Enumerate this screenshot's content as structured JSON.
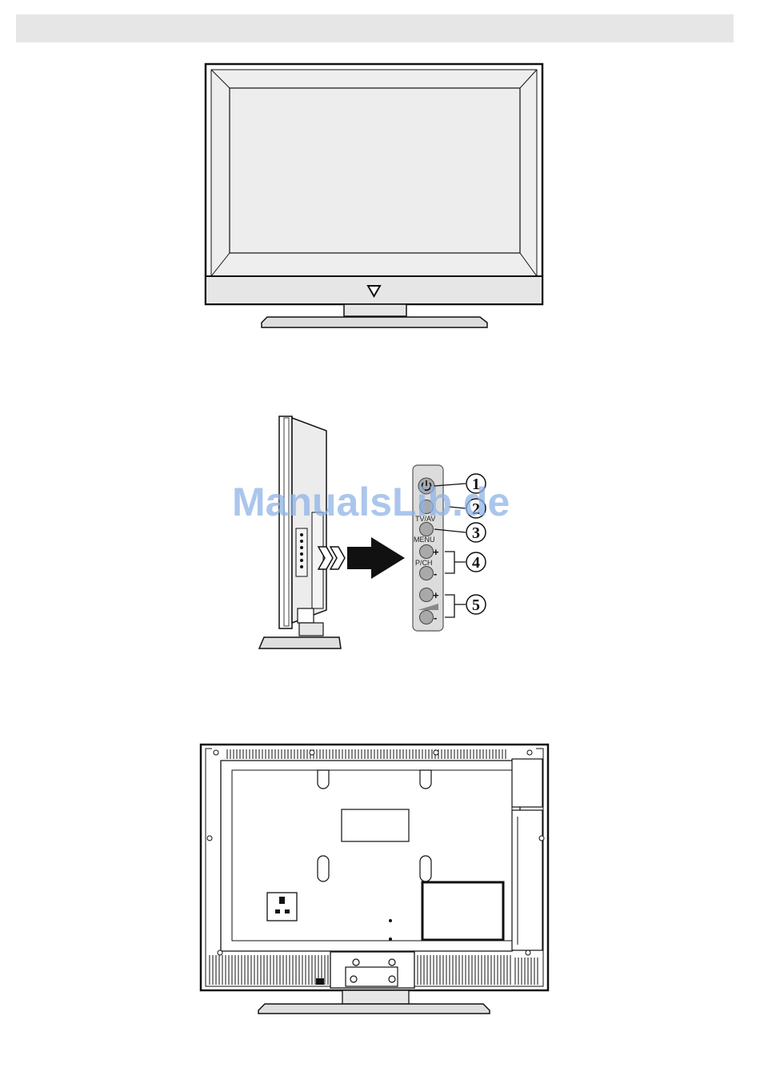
{
  "side_panel": {
    "labels": {
      "tv_av": "TV/AV",
      "menu": "MENU",
      "pch": "P/CH",
      "plus": "+",
      "minus": "-"
    },
    "callouts": [
      "1",
      "2",
      "3",
      "4",
      "5"
    ]
  },
  "watermark": "ManualsLib.de",
  "colors": {
    "header": "#e6e6e6",
    "panel": "#dcdcdc",
    "button": "#a9a9a9",
    "outline": "#222222",
    "watermark": "#8fb3e6"
  }
}
